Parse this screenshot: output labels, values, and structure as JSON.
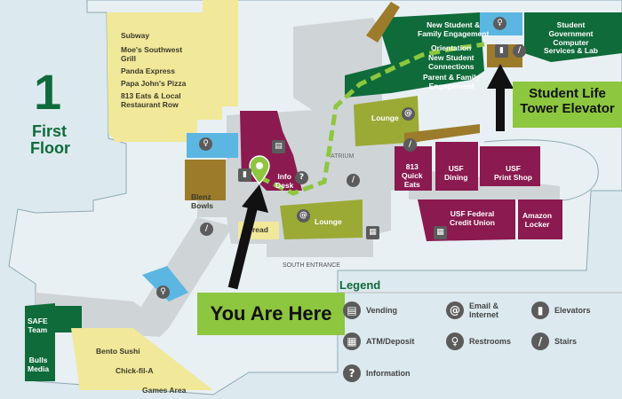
{
  "floor": {
    "number": "1",
    "line1": "First",
    "line2": "Floor"
  },
  "food_list": [
    "Subway",
    "Moe's Southwest",
    "Grill",
    "Panda Express",
    "Papa John's Pizza",
    "813 Eats & Local",
    "Restaurant Row"
  ],
  "rooms": {
    "new_student": [
      "New Student &",
      "Family Engagement"
    ],
    "orientation": [
      "Orientation"
    ],
    "connections": [
      "New Student",
      "Connections"
    ],
    "parent": [
      "Parent & Family",
      "Engagement"
    ],
    "sg": [
      "Student",
      "Government",
      "Computer",
      "Services & Lab"
    ],
    "lounge_n": "Lounge",
    "eats813": [
      "813",
      "Quick",
      "Eats"
    ],
    "usf_dining": [
      "USF",
      "Dining"
    ],
    "print_shop": [
      "USF",
      "Print Shop"
    ],
    "credit_union": [
      "USF Federal",
      "Credit Union"
    ],
    "amazon": [
      "Amazon",
      "Locker"
    ],
    "info_desk": [
      "Info",
      "Desk"
    ],
    "lounge_s": "Lounge",
    "bread": "read",
    "blenz": [
      "Blenz",
      "Bowls"
    ],
    "atrium": "ATRIUM",
    "south_entrance": "SOUTH ENTRANCE",
    "safe": [
      "SAFE",
      "Team"
    ],
    "bulls_media": [
      "Bulls",
      "Media"
    ],
    "bento": "Bento Sushi",
    "chickfila": "Chick-fil-A",
    "games": "Games Area"
  },
  "callouts": {
    "tower": [
      "Student Life",
      "Tower Elevator"
    ],
    "here": "You Are Here"
  },
  "legend": {
    "title": "Legend",
    "items": [
      {
        "label": "Vending",
        "icon": "vending-icon"
      },
      {
        "label": "Email & Internet",
        "icon": "email-icon"
      },
      {
        "label": "Elevators",
        "icon": "elevator-icon"
      },
      {
        "label": "ATM/Deposit",
        "icon": "atm-icon"
      },
      {
        "label": "Restrooms",
        "icon": "restroom-icon"
      },
      {
        "label": "Stairs",
        "icon": "stairs-icon"
      },
      {
        "label": "Information",
        "icon": "information-icon"
      }
    ]
  },
  "colors": {
    "background": "#dce9ee",
    "corridor": "#cfd4d7",
    "food_court": "#f1e89a",
    "maroon": "#8a1a4f",
    "green": "#0f6b3a",
    "olive": "#9aaa35",
    "brown": "#9c7b2a",
    "blue": "#5bb6e1",
    "callout_green": "#8dc63f",
    "path": "#8dc63f"
  }
}
